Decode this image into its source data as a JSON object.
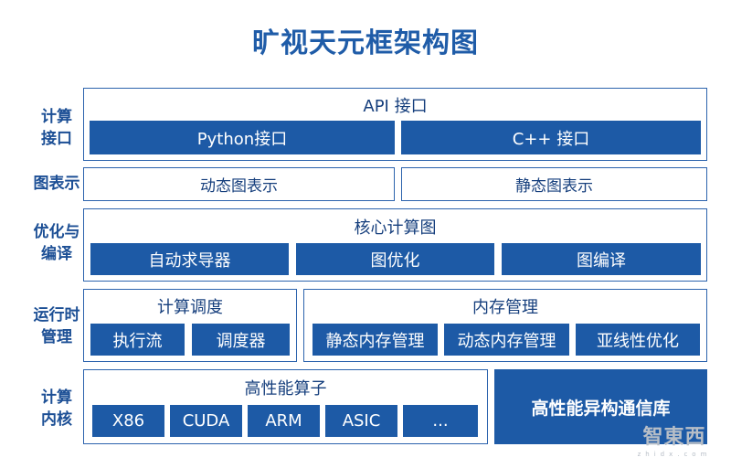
{
  "title": "旷视天元框架构图",
  "rows": {
    "api": {
      "label_line1": "计算",
      "label_line2": "接口",
      "header": "API 接口",
      "blocks": [
        "Python接口",
        "C++ 接口"
      ]
    },
    "graph": {
      "label": "图表示",
      "boxes": [
        "动态图表示",
        "静态图表示"
      ]
    },
    "opt": {
      "label_line1": "优化与",
      "label_line2": "编译",
      "header": "核心计算图",
      "blocks": [
        "自动求导器",
        "图优化",
        "图编译"
      ]
    },
    "runtime": {
      "label_line1": "运行时",
      "label_line2": "管理",
      "sched_header": "计算调度",
      "sched_blocks": [
        "执行流",
        "调度器"
      ],
      "mem_header": "内存管理",
      "mem_blocks": [
        "静态内存管理",
        "动态内存管理",
        "亚线性优化"
      ]
    },
    "kernel": {
      "label_line1": "计算",
      "label_line2": "内核",
      "header": "高性能算子",
      "blocks": [
        "X86",
        "CUDA",
        "ARM",
        "ASIC",
        "..."
      ],
      "comm": "高性能异构通信库"
    }
  },
  "watermark": {
    "main": "智東西",
    "sub": "zhidx.com"
  },
  "colors": {
    "block_fill": "#1d5aa6",
    "border": "#2c63ad",
    "title": "#1f5ca8"
  }
}
